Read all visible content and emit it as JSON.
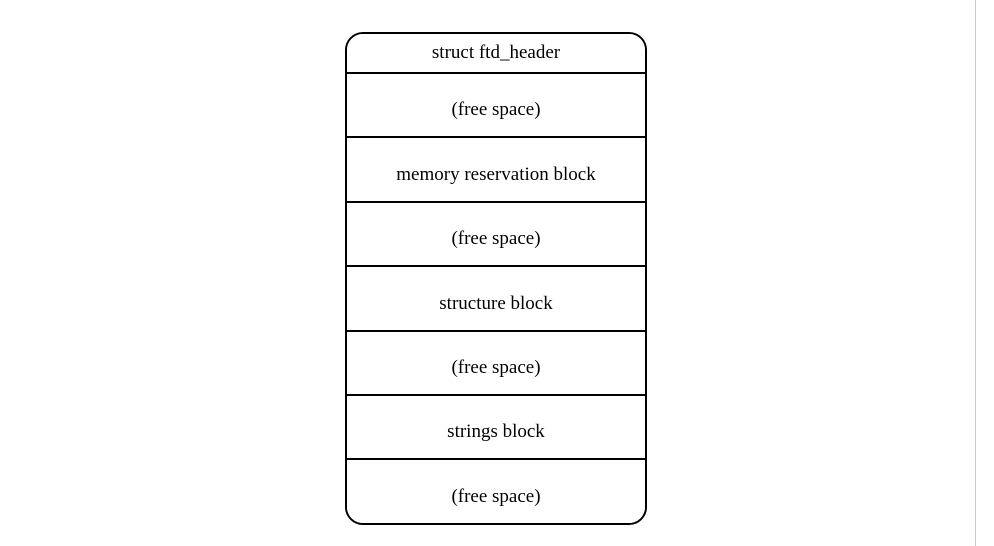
{
  "page": {
    "background_color": "#ffffff",
    "right_rule_color": "#c9c9c9"
  },
  "diagram": {
    "name": "flattened-device-tree-blob-layout",
    "border_color": "#000000",
    "fill_color": "#ffffff",
    "text_color": "#000000",
    "regions": [
      {
        "label": "struct ftd_header",
        "kind": "header"
      },
      {
        "label": "(free space)",
        "kind": "standard"
      },
      {
        "label": "memory reservation block",
        "kind": "standard"
      },
      {
        "label": "(free space)",
        "kind": "standard"
      },
      {
        "label": "structure block",
        "kind": "standard"
      },
      {
        "label": "(free space)",
        "kind": "standard"
      },
      {
        "label": "strings block",
        "kind": "standard"
      },
      {
        "label": "(free space)",
        "kind": "standard"
      }
    ]
  }
}
